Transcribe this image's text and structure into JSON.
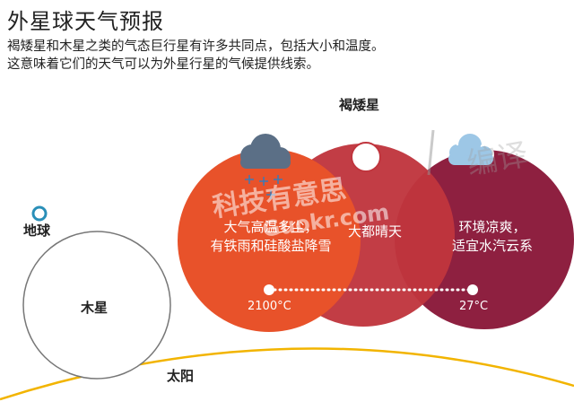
{
  "title": "外星球天气预报",
  "intro": {
    "line1": "褐矮星和木星之类的气态巨行星有许多共同点，包括大小和温度。",
    "line2": "这意味着它们的天气可以为外星行星的气候提供线索。"
  },
  "labels": {
    "brown_dwarf": "褐矮星",
    "earth": "地球",
    "jupiter": "木星",
    "sun": "太阳"
  },
  "zones": {
    "hot": {
      "weather_line1": "大气高温多尘，",
      "weather_line2": "有铁雨和硅酸盐降雪",
      "temp": "2100°C",
      "color": "#e8522a"
    },
    "mid": {
      "weather": "大都晴天",
      "color": "#c0353d"
    },
    "cool": {
      "weather_line1": "环境凉爽，",
      "weather_line2": "适宜水汽云系",
      "temp": "27°C",
      "color": "#8e2040"
    }
  },
  "icons": {
    "hot": "cloud-snow-icon",
    "mid": "clear-sky-icon",
    "cool": "cloud-icon"
  },
  "colors": {
    "sun_arc": "#f2b400",
    "earth": "#2a8fb8",
    "jupiter_outline": "#777777"
  },
  "watermark": {
    "site_cn": "科技有意思",
    "site_en": "Guokr.com",
    "editor": "编译"
  }
}
